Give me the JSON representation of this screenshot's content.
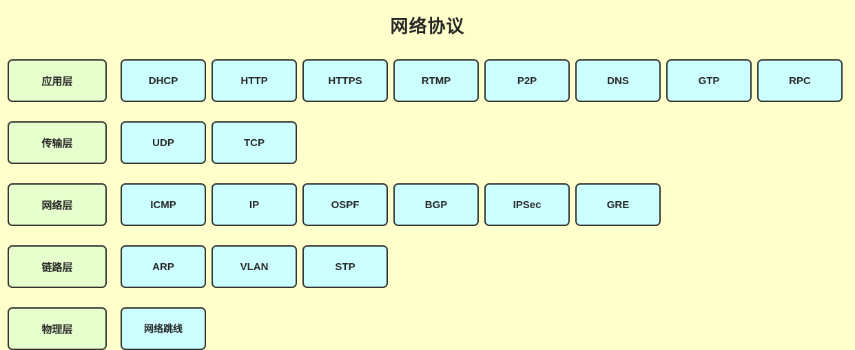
{
  "title": "网络协议",
  "colors": {
    "background": "#ffffcc",
    "layer_fill": "#e6ffcc",
    "protocol_fill": "#ccffff",
    "border": "#333333",
    "text": "#262626"
  },
  "layers": [
    {
      "label": "应用层",
      "protocols": [
        "DHCP",
        "HTTP",
        "HTTPS",
        "RTMP",
        "P2P",
        "DNS",
        "GTP",
        "RPC"
      ]
    },
    {
      "label": "传输层",
      "protocols": [
        "UDP",
        "TCP"
      ]
    },
    {
      "label": "网络层",
      "protocols": [
        "ICMP",
        "IP",
        "OSPF",
        "BGP",
        "IPSec",
        "GRE"
      ]
    },
    {
      "label": "链路层",
      "protocols": [
        "ARP",
        "VLAN",
        "STP"
      ]
    },
    {
      "label": "物理层",
      "protocols": [
        "网络跳线"
      ]
    }
  ]
}
